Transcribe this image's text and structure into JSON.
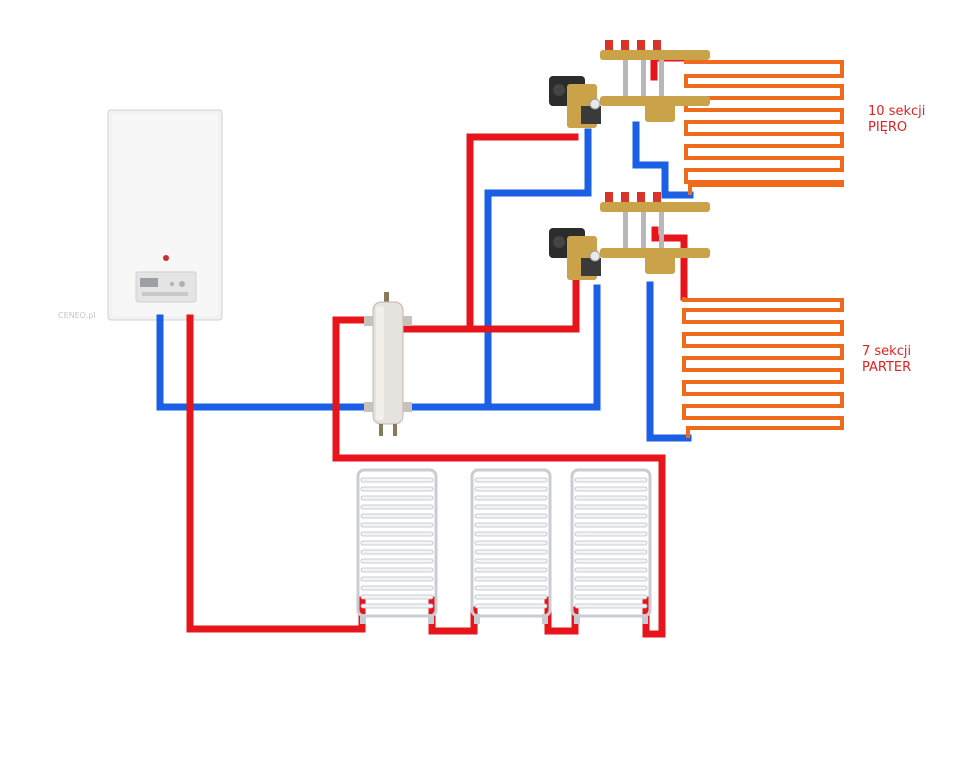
{
  "colors": {
    "supply_pipe": "#e8141c",
    "return_pipe": "#1a5fe6",
    "floor_loop": "#f06a1c",
    "label_text": "#e32020",
    "brass": "#c9a24a",
    "valve_red": "#d8342a",
    "pump_dark": "#2c2c2c"
  },
  "boiler": {
    "icon": "wall-boiler-icon",
    "watermark": "CENEO.pl"
  },
  "hydraulic_separator": {
    "icon": "hydraulic-separator-icon"
  },
  "manifolds": [
    {
      "id": "upper",
      "icon": "manifold-with-pump-icon"
    },
    {
      "id": "lower",
      "icon": "manifold-with-pump-icon"
    }
  ],
  "zones": [
    {
      "id": "upper",
      "count_label": "10 sekcji",
      "floor_label": "PIĘRO"
    },
    {
      "id": "lower",
      "count_label": "7 sekcji",
      "floor_label": "PARTER"
    }
  ],
  "radiators": [
    {
      "icon": "towel-radiator-icon"
    },
    {
      "icon": "towel-radiator-icon"
    },
    {
      "icon": "towel-radiator-icon"
    }
  ]
}
